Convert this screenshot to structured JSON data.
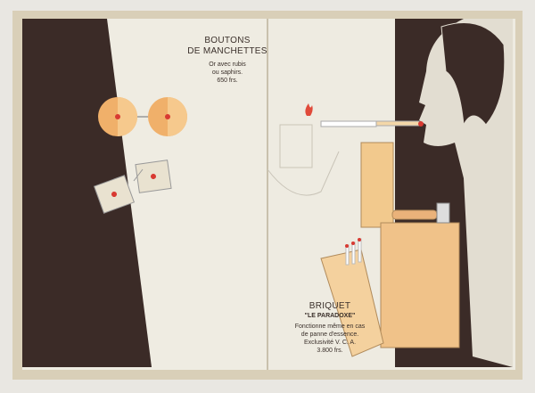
{
  "left_page": {
    "title_line1": "BOUTONS",
    "title_line2": "DE MANCHETTES",
    "desc_line1": "Or avec rubis",
    "desc_line2": "ou saphirs.",
    "price": "650 frs."
  },
  "right_page": {
    "title": "BRIQUET",
    "subtitle": "\"LE PARADOXE\"",
    "desc_line1": "Fonctionne même en cas",
    "desc_line2": "de panne d'essence.",
    "desc_line3": "Exclusivité V. C. A.",
    "price": "3.800 frs."
  },
  "colors": {
    "dark_panel": "#3b2b27",
    "page": "#efece2",
    "gold": "#eeb070",
    "gold_light": "#f3cf9c",
    "ruby": "#d83a32",
    "cover": "#d9cfb8"
  }
}
